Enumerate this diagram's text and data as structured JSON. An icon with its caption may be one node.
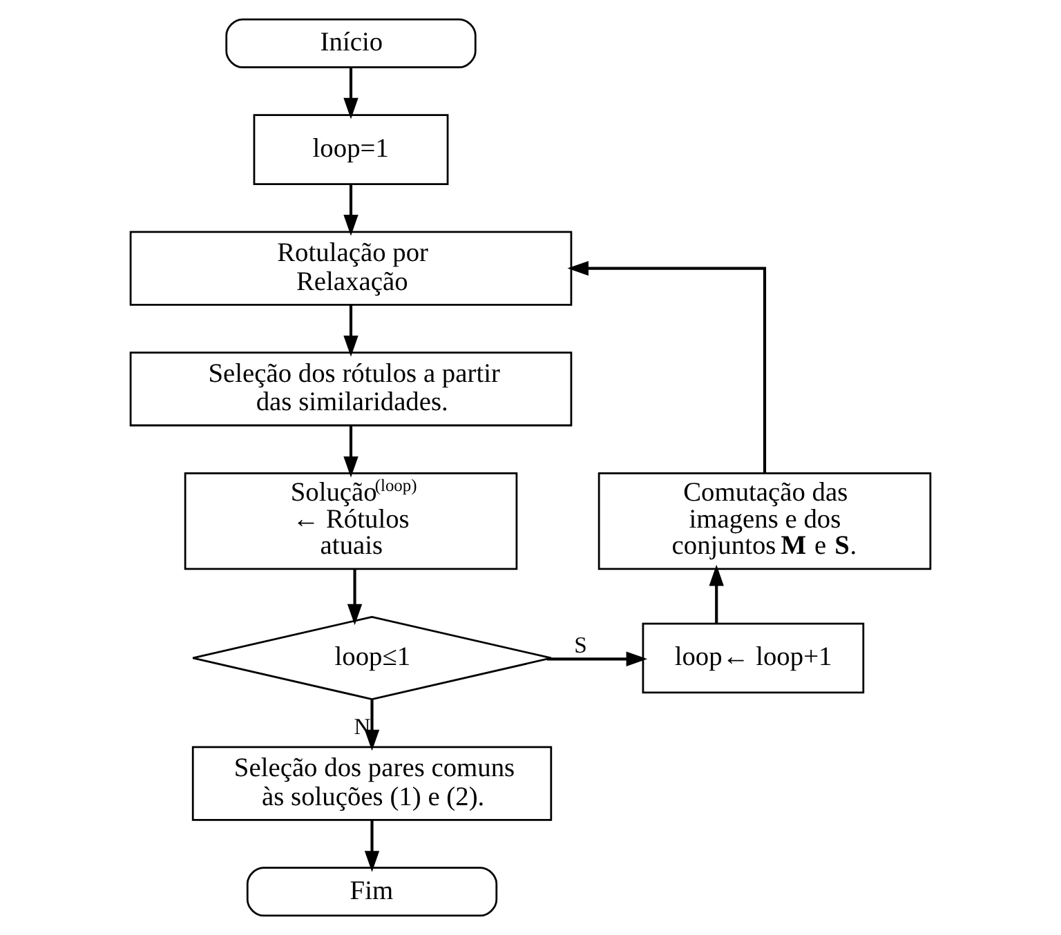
{
  "diagram": {
    "nodes": [
      {
        "text": [
          "Início"
        ]
      },
      {
        "text": [
          "loop=1"
        ]
      },
      {
        "text": [
          "Rotulação por Relaxação"
        ]
      },
      {
        "text": [
          "Seleção dos rótulos a partir das similaridades."
        ]
      },
      {
        "text": [
          "Solução$^{(loop)}$ ← Rótulos atuais"
        ]
      },
      {
        "text": [
          "loop≤1"
        ]
      },
      {
        "text": [
          "loop← loop+1"
        ]
      },
      {
        "text": [
          "Comutação das imagens e dos conjuntos **M** e **S**."
        ]
      },
      {
        "text": [
          "Seleção dos pares comuns às soluções (1) e (2)."
        ]
      },
      {
        "text": [
          "Fim"
        ]
      }
    ],
    "edges": [
      {
        "from": 0,
        "to": 1,
        "arrow": "to"
      },
      {
        "from": 1,
        "to": 2,
        "arrow": "to"
      },
      {
        "from": 2,
        "to": 3,
        "arrow": "to"
      },
      {
        "from": 3,
        "to": 4,
        "arrow": "to"
      },
      {
        "from": 4,
        "to": 5,
        "arrow": "to"
      },
      {
        "from": 5,
        "to": 6,
        "label": "S",
        "arrow": "to"
      },
      {
        "from": 6,
        "to": 7,
        "arrow": "to"
      },
      {
        "from": 7,
        "to": 2,
        "arrow": "to"
      },
      {
        "from": 5,
        "to": 8,
        "label": "N",
        "arrow": "to"
      },
      {
        "from": 8,
        "to": 9,
        "arrow": "to"
      }
    ]
  }
}
